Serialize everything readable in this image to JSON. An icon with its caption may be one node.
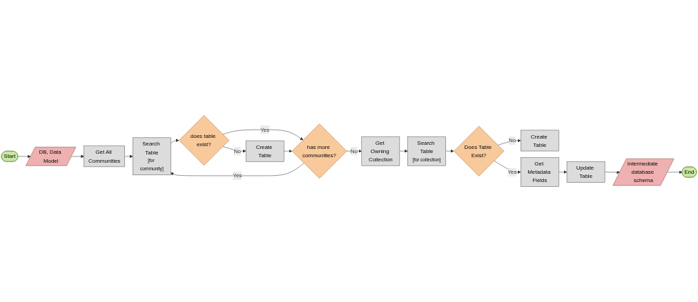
{
  "diagram": {
    "nodes": [
      {
        "text": [
          "Start"
        ]
      },
      {
        "text": [
          "DB, Data Model"
        ]
      },
      {
        "text": [
          "Get All Communities"
        ]
      },
      {
        "text": [
          "Search Table",
          "[for community]"
        ]
      },
      {
        "text": [
          "does table exist?"
        ]
      },
      {
        "text": [
          "Create Table"
        ]
      },
      {
        "text": [
          "has more communities?"
        ]
      },
      {
        "text": [
          "Get Owning Collection"
        ]
      },
      {
        "text": [
          "Search Table",
          "[for collection]"
        ]
      },
      {
        "text": [
          "Does Table Exist?"
        ]
      },
      {
        "text": [
          "Create Table"
        ]
      },
      {
        "text": [
          "Get Metadata Fields"
        ]
      },
      {
        "text": [
          "Update Table"
        ]
      },
      {
        "text": [
          "Intermediate database schema"
        ]
      },
      {
        "text": [
          "End"
        ]
      }
    ],
    "edges": [
      {
        "from": 0,
        "to": 1,
        "arrow": "to"
      },
      {
        "from": 1,
        "to": 2,
        "arrow": "to"
      },
      {
        "from": 2,
        "to": 3,
        "arrow": "to"
      },
      {
        "from": 3,
        "to": 4,
        "arrow": "to"
      },
      {
        "from": 4,
        "to": 6,
        "label": "Yes",
        "arrow": "to"
      },
      {
        "from": 4,
        "to": 5,
        "label": "No",
        "arrow": "to"
      },
      {
        "from": 5,
        "to": 6,
        "arrow": "to"
      },
      {
        "from": 6,
        "to": 3,
        "label": "Yes",
        "arrow": "to"
      },
      {
        "from": 6,
        "to": 7,
        "label": "No",
        "arrow": "to"
      },
      {
        "from": 7,
        "to": 8,
        "arrow": "to"
      },
      {
        "from": 8,
        "to": 9,
        "arrow": "to"
      },
      {
        "from": 9,
        "to": 10,
        "label": "No",
        "arrow": "to"
      },
      {
        "from": 9,
        "to": 11,
        "label": "Yes",
        "arrow": "to"
      },
      {
        "from": 11,
        "to": 12,
        "arrow": "to"
      },
      {
        "from": 12,
        "to": 13,
        "arrow": "to"
      },
      {
        "from": 13,
        "to": 14,
        "arrow": "to"
      }
    ]
  }
}
